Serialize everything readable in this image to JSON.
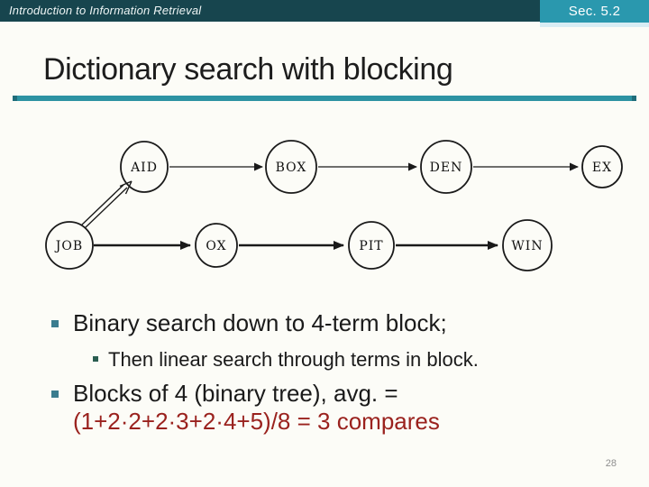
{
  "colors": {
    "top_bar_bg": "#17454e",
    "badge_bg": "#2a98ae",
    "badge_underglow": "#d8edf4",
    "rule_teal": "#2d93a3",
    "rule_cap_teal": "#1f6d7a",
    "title_text": "#1d1d1d",
    "body_text": "#1a1a1a",
    "formula_red": "#9a221e",
    "bullet_level1_square": "#3a7c8f",
    "bullet_level2_square": "#2a5d50",
    "slide_bg": "#fcfcf7",
    "page_number_gray": "#8f8f8f",
    "diagram_ink": "#1a1a1a"
  },
  "header": {
    "course_title": "Introduction to Information Retrieval",
    "section_badge": "Sec. 5.2"
  },
  "slide": {
    "title": "Dictionary search with blocking",
    "page_number": "28"
  },
  "diagram": {
    "nodes": [
      {
        "label": "AID"
      },
      {
        "label": "BOX"
      },
      {
        "label": "DEN"
      },
      {
        "label": "EX"
      },
      {
        "label": "JOB"
      },
      {
        "label": "OX"
      },
      {
        "label": "PIT"
      },
      {
        "label": "WIN"
      }
    ]
  },
  "bullets": {
    "level1_item1": "Binary search down to 4-term block;",
    "level2_item1": "Then linear search through terms in block.",
    "level1_item2_line1": "Blocks of 4 (binary tree), avg. =",
    "level1_item2_line2": "(1+2·2+2·3+2·4+5)/8 = 3 compares"
  }
}
